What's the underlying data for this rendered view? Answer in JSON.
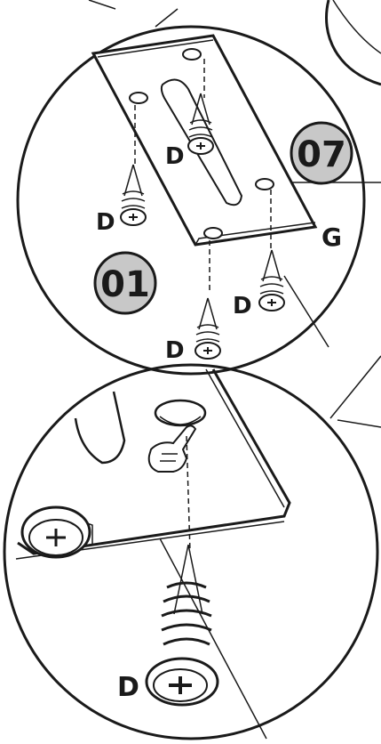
{
  "diagram": {
    "step_badges": {
      "first": "07",
      "second": "01"
    },
    "labels": {
      "screw_top": "D",
      "screw_left": "D",
      "screw_bottom": "D",
      "screw_right": "D",
      "plate": "G",
      "screw_detail": "D"
    },
    "colors": {
      "badge_fill": "#c8c8c8",
      "outline": "#1a1a1a",
      "background": "#ffffff"
    },
    "icons": [
      "screw-icon",
      "pointing-hand-icon",
      "mounting-plate-icon"
    ]
  }
}
